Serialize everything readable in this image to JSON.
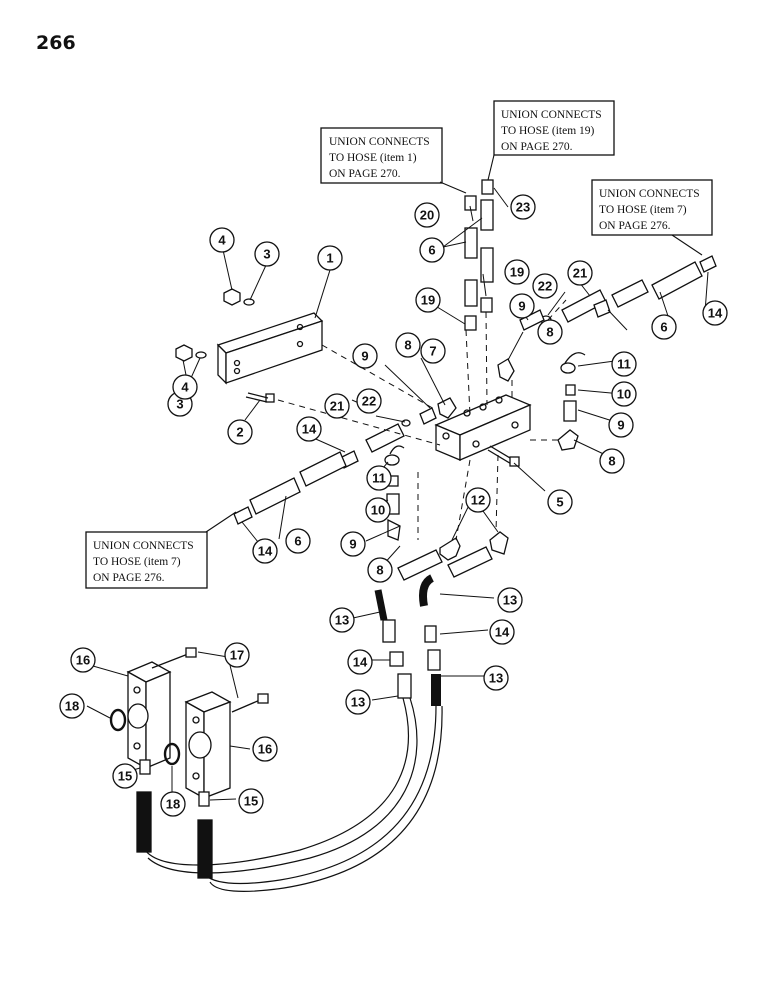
{
  "page_number": "266",
  "callouts": [
    {
      "id": "union-item-1",
      "lines": [
        "UNION CONNECTS",
        "TO HOSE (item 1)",
        "ON PAGE 270."
      ]
    },
    {
      "id": "union-item-19",
      "lines": [
        "UNION CONNECTS",
        "TO HOSE (item 19)",
        "ON PAGE 270."
      ]
    },
    {
      "id": "union-item-7-right",
      "lines": [
        "UNION CONNECTS",
        "TO HOSE (item 7)",
        "ON PAGE 276."
      ]
    },
    {
      "id": "union-item-7-left",
      "lines": [
        "UNION CONNECTS",
        "TO HOSE (item 7)",
        "ON PAGE 276."
      ]
    }
  ],
  "part_labels": [
    "1",
    "2",
    "3",
    "3",
    "4",
    "4",
    "5",
    "6",
    "6",
    "6",
    "7",
    "8",
    "8",
    "8",
    "8",
    "9",
    "9",
    "9",
    "9",
    "10",
    "10",
    "11",
    "11",
    "12",
    "13",
    "13",
    "13",
    "13",
    "14",
    "14",
    "14",
    "14",
    "14",
    "15",
    "15",
    "16",
    "16",
    "17",
    "18",
    "18",
    "19",
    "19",
    "20",
    "21",
    "21",
    "22",
    "22",
    "23"
  ],
  "colors": {
    "ink": "#111111",
    "paper": "#ffffff"
  }
}
